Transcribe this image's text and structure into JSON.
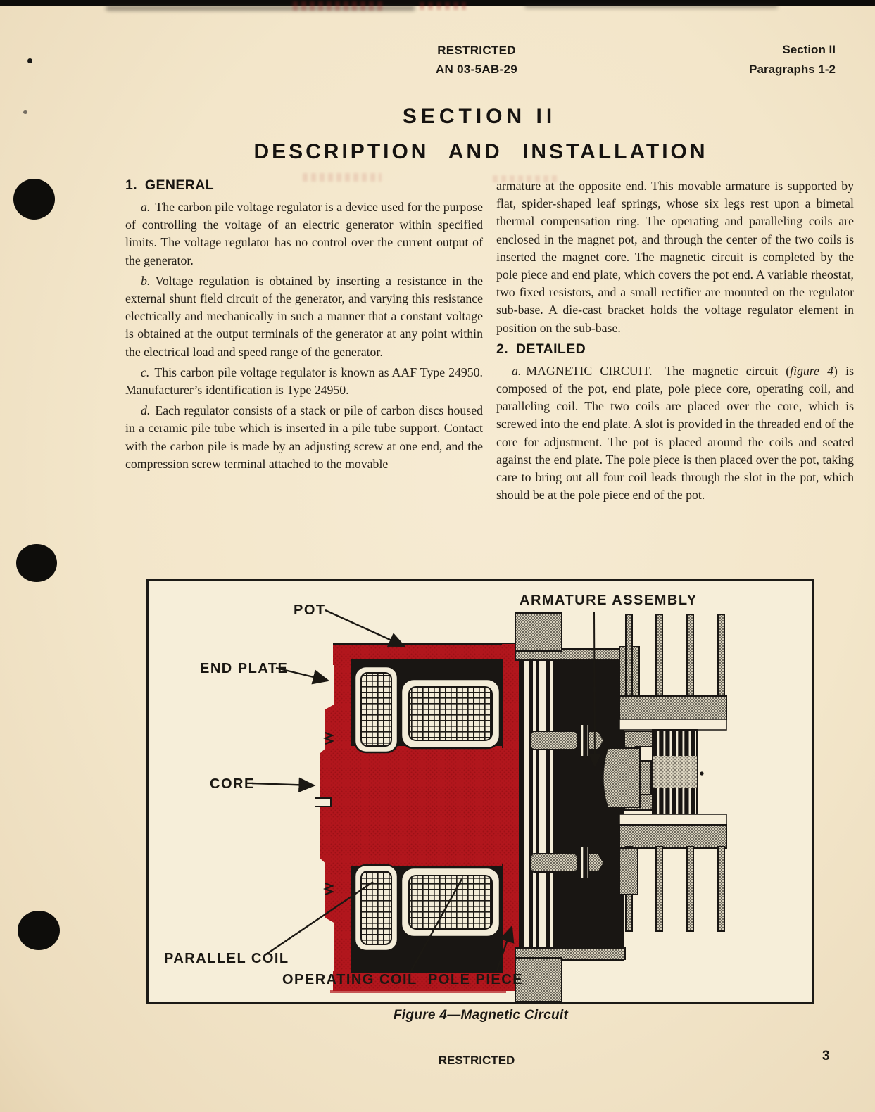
{
  "header": {
    "restricted": "RESTRICTED",
    "doc_number": "AN 03-5AB-29",
    "section_ref": "Section II",
    "paragraph_ref": "Paragraphs 1-2"
  },
  "title": {
    "line1": "SECTION II",
    "line2": "DESCRIPTION AND INSTALLATION"
  },
  "left_column": {
    "heading": "1. GENERAL",
    "para_a_lead": "a.",
    "para_a": "The carbon pile voltage regulator is a device used for the purpose of controlling the voltage of an electric generator within specified limits. The voltage regulator has no control over the current output of the generator.",
    "para_b_lead": "b.",
    "para_b": "Voltage regulation is obtained by inserting a resistance in the external shunt field circuit of the generator, and varying this resistance electrically and mechanically in such a manner that a constant voltage is obtained at the output terminals of the generator at any point within the electrical load and speed range of the generator.",
    "para_c_lead": "c.",
    "para_c": "This carbon pile voltage regulator is known as AAF Type 24950. Manufacturer’s identification is Type 24950.",
    "para_d_lead": "d.",
    "para_d": "Each regulator consists of a stack or pile of carbon discs housed in a ceramic pile tube which is inserted in a pile tube support. Contact with the carbon pile is made by an adjusting screw at one end, and the"
  },
  "right_column": {
    "para_cont": "armature at the opposite end. This movable armature is supported by flat, spider-shaped leaf springs, whose six legs rest upon a bimetal thermal compensation ring.  The operating and paralleling coils are enclosed in the magnet pot, and through the center of the two coils is inserted the magnet core. The magnetic circuit is completed by the pole piece and end plate, which covers the pot end. A variable rheostat, two fixed resistors, and a small rectifier are mounted on the regulator sub-base. A die-cast bracket holds the voltage regulator element in position on the sub-base.",
    "heading": "2. DETAILED",
    "para_a_lead": "a.",
    "para_a_pre": "MAGNETIC CIRCUIT.—The magnetic circuit (",
    "para_a_fig": "figure 4",
    "para_a_post": ") is composed of the pot, end plate, pole piece core, operating coil, and paralleling coil. The two coils are placed over the core, which is screwed into the end plate. A slot is provided in the threaded end of the core for adjustment. The pot is placed around the coils and seated against the end plate. The pole piece is then placed over the pot, taking care to bring out all four coil leads through the slot in the pot, which should be at the pole piece end of the pot."
  },
  "left_column_overflow": "compression screw terminal attached to the movable",
  "figure": {
    "caption": "Figure 4—Magnetic Circuit",
    "labels": {
      "pot": "POT",
      "armature_assembly": "ARMATURE ASSEMBLY",
      "end_plate": "END PLATE",
      "core": "CORE",
      "parallel_coil": "PARALLEL COIL",
      "operating_coil": "OPERATING COIL",
      "pole_piece": "POLE PIECE"
    },
    "colors": {
      "red": "#b2161d",
      "dark_red": "#8e1015",
      "black": "#191613",
      "paper": "#f6eed9",
      "gray_halftone": "#a39d8d"
    }
  },
  "footer": {
    "restricted": "RESTRICTED",
    "page_number": "3"
  }
}
